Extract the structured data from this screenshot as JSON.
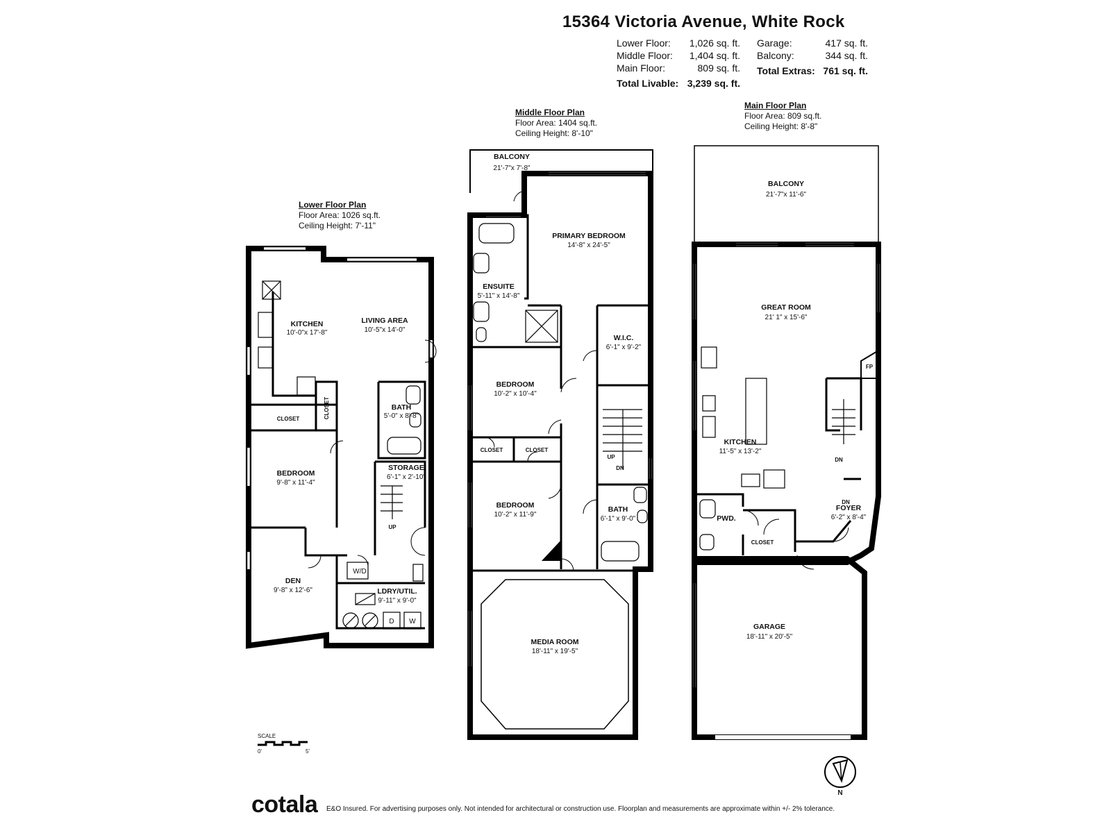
{
  "header": {
    "address": "15364 Victoria Avenue, White Rock",
    "areas_left": [
      {
        "label": "Lower Floor:",
        "value": "1,026 sq. ft."
      },
      {
        "label": "Middle Floor:",
        "value": "1,404 sq. ft."
      },
      {
        "label": "Main Floor:",
        "value": "809 sq. ft."
      }
    ],
    "areas_right": [
      {
        "label": "Garage:",
        "value": "417 sq. ft."
      },
      {
        "label": "Balcony:",
        "value": "344 sq. ft."
      }
    ],
    "total_livable_label": "Total Livable:",
    "total_livable_value": "3,239 sq. ft.",
    "total_extras_label": "Total Extras:",
    "total_extras_value": "761 sq. ft."
  },
  "floors": {
    "lower": {
      "name": "Lower Floor Plan",
      "area": "Floor Area: 1026 sq.ft.",
      "ceiling": "Ceiling Height: 7'-11\"",
      "rooms": [
        {
          "name": "KITCHEN",
          "dims": "10'-0\"x 17'-8\""
        },
        {
          "name": "LIVING AREA",
          "dims": "10'-5\"x 14'-0\""
        },
        {
          "name": "CLOSET",
          "dims": ""
        },
        {
          "name": "CLOSET",
          "dims": ""
        },
        {
          "name": "BATH",
          "dims": "5'-0\" x 8'-8\""
        },
        {
          "name": "BEDROOM",
          "dims": "9'-8\" x 11'-4\""
        },
        {
          "name": "STORAGE",
          "dims": "6'-1\" x 2'-10\""
        },
        {
          "name": "DEN",
          "dims": "9'-8\" x 12'-6\""
        },
        {
          "name": "LDRY/UTIL.",
          "dims": "9'-11\" x 9'-0\""
        }
      ],
      "tags": {
        "wd": "W/D",
        "d": "D",
        "w": "W",
        "up": "UP"
      }
    },
    "middle": {
      "name": "Middle Floor Plan",
      "area": "Floor Area: 1404 sq.ft.",
      "ceiling": "Ceiling Height: 8'-10\"",
      "rooms": [
        {
          "name": "BALCONY",
          "dims": "21'-7\"x 7'-8\""
        },
        {
          "name": "PRIMARY BEDROOM",
          "dims": "14'-8\" x 24'-5\""
        },
        {
          "name": "ENSUITE",
          "dims": "5'-11\" x 14'-8\""
        },
        {
          "name": "W.I.C.",
          "dims": "6'-1\" x 9'-2\""
        },
        {
          "name": "BEDROOM",
          "dims": "10'-2\" x 10'-4\""
        },
        {
          "name": "CLOSET",
          "dims": ""
        },
        {
          "name": "CLOSET",
          "dims": ""
        },
        {
          "name": "BEDROOM",
          "dims": "10'-2\" x 11'-9\""
        },
        {
          "name": "BATH",
          "dims": "6'-1\" x 9'-0\""
        },
        {
          "name": "MEDIA ROOM",
          "dims": "18'-11\" x 19'-5\""
        }
      ],
      "tags": {
        "up": "UP",
        "dn": "DN"
      }
    },
    "main": {
      "name": "Main Floor Plan",
      "area": "Floor Area: 809 sq.ft.",
      "ceiling": "Ceiling Height: 8'-8\"",
      "rooms": [
        {
          "name": "BALCONY",
          "dims": "21'-7\"x 11'-6\""
        },
        {
          "name": "GREAT ROOM",
          "dims": "21' 1\" x 15'-6\""
        },
        {
          "name": "KITCHEN",
          "dims": "11'-5\" x 13'-2\""
        },
        {
          "name": "PWD.",
          "dims": ""
        },
        {
          "name": "CLOSET",
          "dims": ""
        },
        {
          "name": "FOYER",
          "dims": "6'-2\" x 8'-4\""
        },
        {
          "name": "GARAGE",
          "dims": "18'-11\" x 20'-5\""
        }
      ],
      "tags": {
        "fp": "FP",
        "dn": "DN"
      }
    }
  },
  "scale": {
    "label": "SCALE",
    "min": "0'",
    "max": "5'"
  },
  "compass": {
    "north": "N"
  },
  "footer": {
    "brand": "cotala",
    "disclaimer": "E&O Insured. For advertising purposes only. Not intended for architectural or construction use. Floorplan and measurements are approximate within +/- 2% tolerance."
  }
}
